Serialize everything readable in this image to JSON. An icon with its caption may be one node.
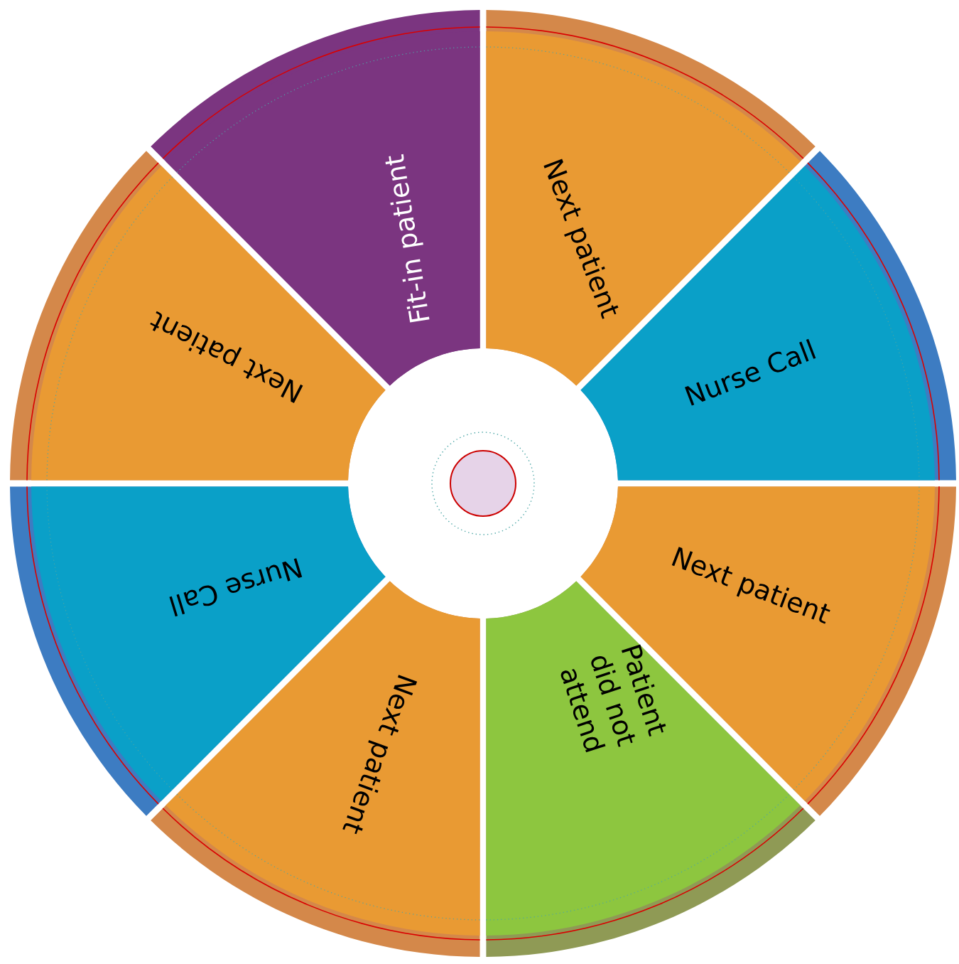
{
  "diagram": {
    "nodes": [
      {
        "text": [
          "Fit-in patient"
        ]
      },
      {
        "text": [
          "Next patient"
        ]
      },
      {
        "text": [
          "Nurse Call"
        ]
      },
      {
        "text": [
          "Next patient"
        ]
      },
      {
        "text": [
          "Patient did not attend"
        ]
      },
      {
        "text": [
          "Next patient"
        ]
      },
      {
        "text": [
          "Nurse Call"
        ]
      },
      {
        "text": [
          "Next patient"
        ]
      }
    ]
  }
}
